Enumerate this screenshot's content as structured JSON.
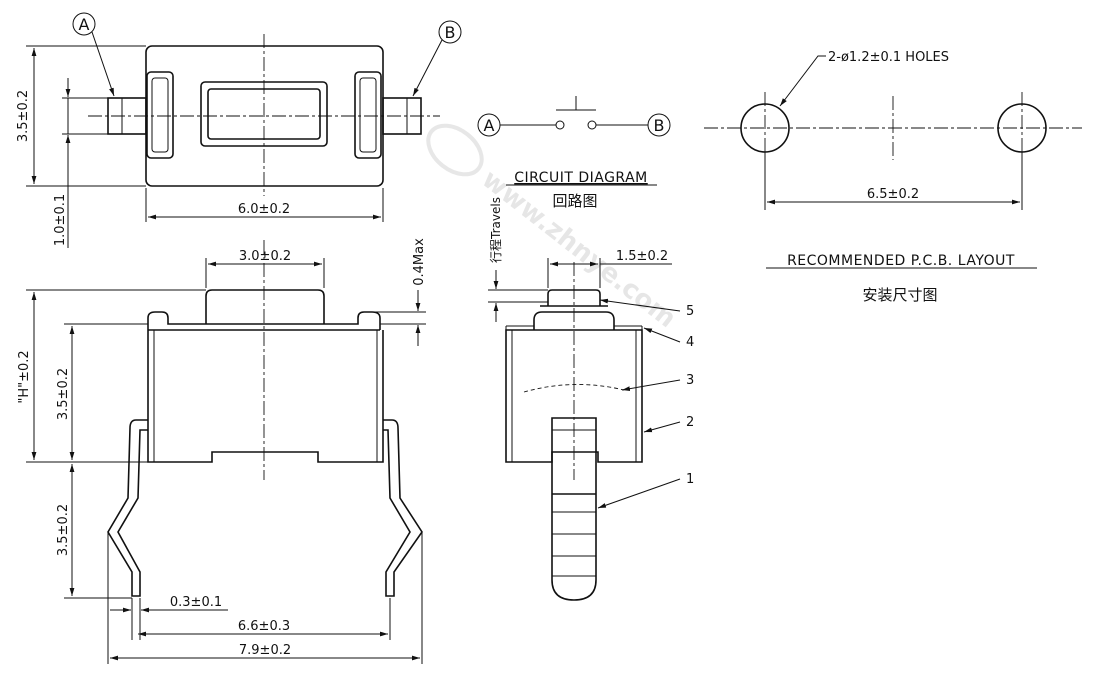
{
  "watermark": "www.zhnye.com",
  "markers": {
    "a": "A",
    "b": "B"
  },
  "top_view": {
    "dim_height": "3.5±0.2",
    "dim_terminal": "1.0±0.1",
    "dim_width": "6.0±0.2"
  },
  "front_view": {
    "dim_button": "3.0±0.2",
    "dim_max": "0.4Max",
    "dim_h": "\"H\"±0.2",
    "dim_body": "3.5±0.2",
    "dim_leg": "3.5±0.2",
    "dim_lead": "0.3±0.1",
    "dim_pitch": "6.6±0.3",
    "dim_overall": "7.9±0.2"
  },
  "circuit": {
    "title": "CIRCUIT DIAGRAM",
    "title_cn": "回路图"
  },
  "side_view": {
    "travel_label": "行程Travels",
    "dim_button": "1.5±0.2",
    "parts": [
      "1",
      "2",
      "3",
      "4",
      "5"
    ]
  },
  "pcb": {
    "holes": "2-ø1.2±0.1  HOLES",
    "dim_pitch": "6.5±0.2",
    "title": "RECOMMENDED  P.C.B.  LAYOUT",
    "title_cn": "安装尺寸图"
  }
}
